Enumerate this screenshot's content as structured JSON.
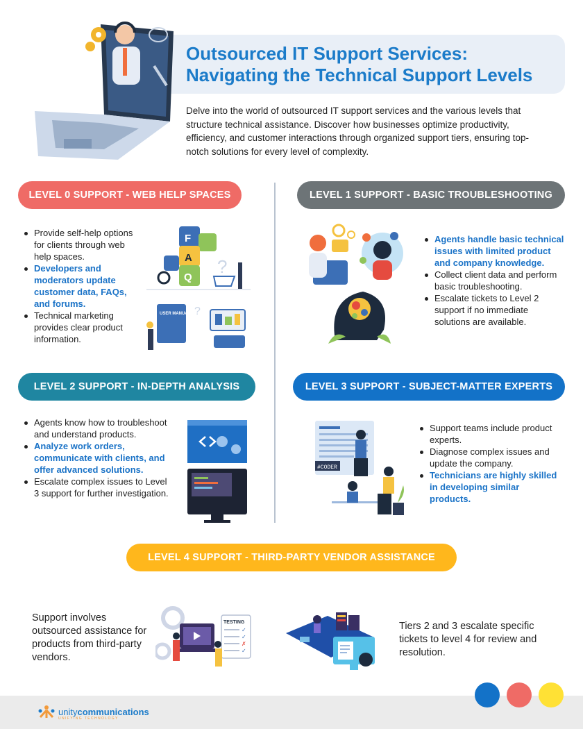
{
  "header": {
    "title_line1": "Outsourced IT Support Services:",
    "title_line2": "Navigating the Technical Support Levels",
    "intro": "Delve into the world of outsourced IT support services and the various levels that structure technical assistance. Discover how businesses optimize productivity, efficiency, and customer interactions through organized support tiers, ensuring top-notch solutions for every level of complexity."
  },
  "level0": {
    "heading": "LEVEL 0 SUPPORT - WEB HELP SPACES",
    "items": [
      {
        "text": "Provide self-help options for clients through web help spaces.",
        "highlight": false
      },
      {
        "text": "Developers and moderators update customer data, FAQs, and forums.",
        "highlight": true
      },
      {
        "text": "Technical marketing provides clear product information.",
        "highlight": false
      }
    ],
    "illus_letters": [
      "F",
      "A",
      "Q"
    ],
    "manual_label": "USER MANUAL"
  },
  "level1": {
    "heading": "LEVEL 1 SUPPORT - BASIC TROUBLESHOOTING",
    "items": [
      {
        "text": "Agents handle basic technical issues with limited product and company knowledge.",
        "highlight": true
      },
      {
        "text": "Collect client data and perform basic troubleshooting.",
        "highlight": false
      },
      {
        "text": "Escalate tickets to Level 2 support if no immediate solutions are available.",
        "highlight": false
      }
    ]
  },
  "level2": {
    "heading": "LEVEL 2 SUPPORT - IN-DEPTH ANALYSIS",
    "items": [
      {
        "text": "Agents know how to troubleshoot and understand products.",
        "highlight": false
      },
      {
        "text": "Analyze work orders, communicate with clients, and offer advanced solutions.",
        "highlight": true
      },
      {
        "text": "Escalate complex issues to Level 3 support for further investigation.",
        "highlight": false
      }
    ]
  },
  "level3": {
    "heading": "LEVEL 3 SUPPORT - SUBJECT-MATTER EXPERTS",
    "items": [
      {
        "text": "Support teams include product experts.",
        "highlight": false
      },
      {
        "text": "Diagnose complex issues and update the company.",
        "highlight": false
      },
      {
        "text": "Technicians are highly skilled in developing similar products.",
        "highlight": true
      }
    ],
    "coder_label": "#CODER"
  },
  "level4": {
    "heading": "LEVEL 4 SUPPORT - THIRD-PARTY VENDOR ASSISTANCE",
    "left_text": "Support involves outsourced assistance for products from third-party vendors.",
    "right_text": "Tiers 2 and 3 escalate specific tickets to level 4 for review and resolution.",
    "testing_label": "TESTING"
  },
  "footer": {
    "brand_part1": "unity",
    "brand_part2": "communications",
    "tagline": "UNIFYING TECHNOLOGY"
  },
  "colors": {
    "accent_blue": "#1b7bc9",
    "level0": "#ef6b66",
    "level1": "#6d7477",
    "level2": "#1f86a1",
    "level3": "#1372c8",
    "level4": "#ffb71c",
    "dot_blue": "#1372c8",
    "dot_red": "#ef6b66",
    "dot_yellow": "#ffe135"
  }
}
